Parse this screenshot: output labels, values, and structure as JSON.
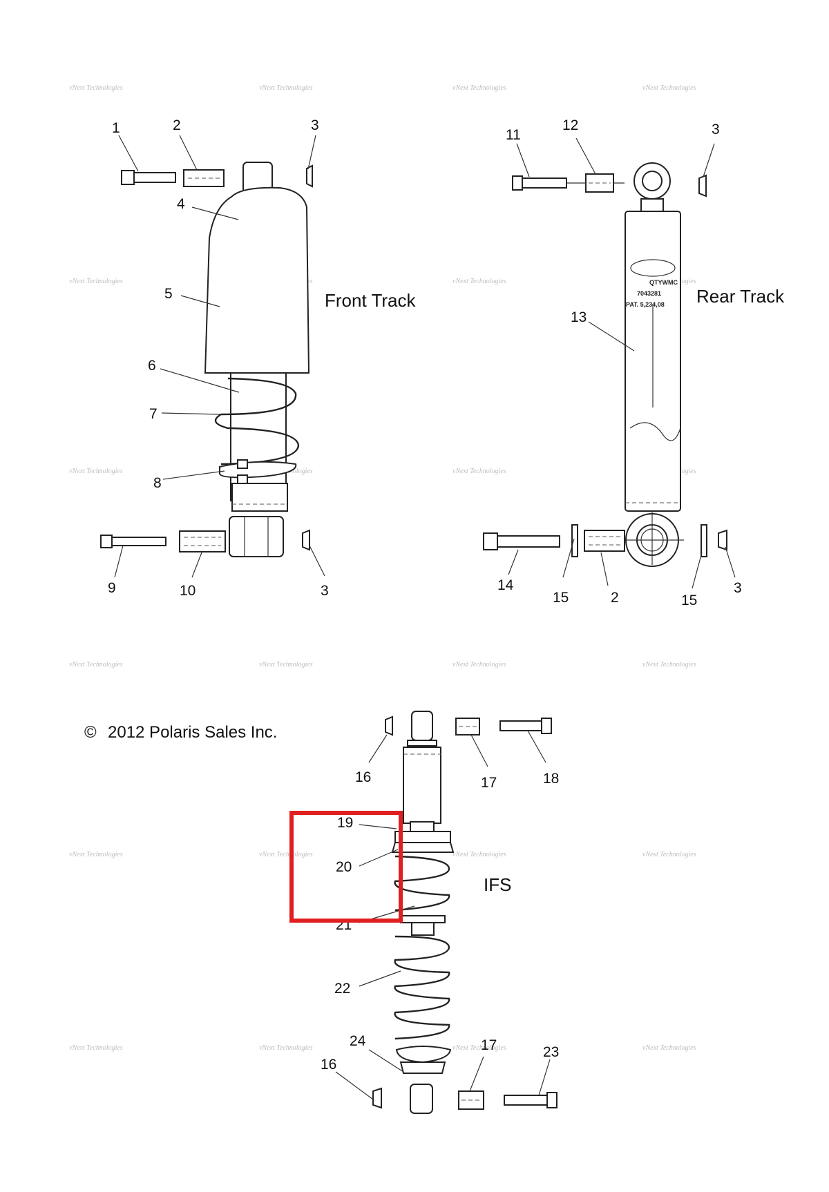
{
  "titles": {
    "front": "Front Track",
    "rear": "Rear Track",
    "ifs": "IFS"
  },
  "copyright": "2012 Polaris Sales Inc.",
  "copyright_symbol": "©",
  "watermark": "vNext Technologies",
  "shock_labels": {
    "serial": "7043281",
    "patent": "PAT. 5,234,08",
    "code": "QTYWMC"
  },
  "callouts": {
    "c1": "1",
    "c2": "2",
    "c3": "3",
    "c4": "4",
    "c5": "5",
    "c6": "6",
    "c7": "7",
    "c8": "8",
    "c9": "9",
    "c10": "10",
    "c11": "11",
    "c12": "12",
    "c13": "13",
    "c14": "14",
    "c15": "15",
    "c16": "16",
    "c17": "17",
    "c18": "18",
    "c19": "19",
    "c20": "20",
    "c21": "21",
    "c22": "22",
    "c23": "23",
    "c24": "24"
  },
  "highlight_color": "#e02020"
}
